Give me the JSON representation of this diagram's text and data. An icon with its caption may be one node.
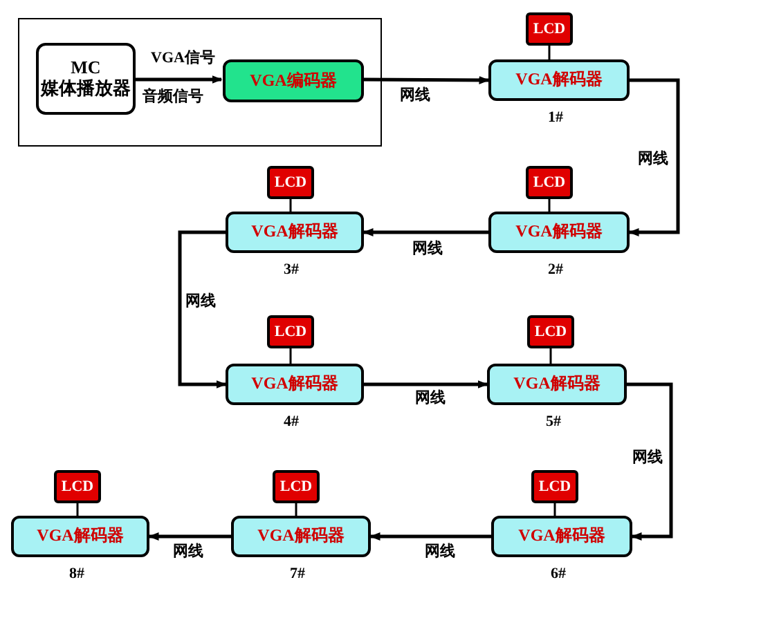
{
  "diagram": {
    "nodes": [
      {
        "text": [],
        "shape": "box"
      },
      {
        "text": [
          "MC",
          "媒体播放器"
        ],
        "in": 0
      },
      {
        "text": [
          "VGA编码器"
        ],
        "in": 0
      },
      {
        "text": [
          "LCD"
        ]
      },
      {
        "text": [
          "VGA解码器"
        ],
        "beside": [
          "1#"
        ]
      },
      {
        "text": [
          "LCD"
        ]
      },
      {
        "text": [
          "VGA解码器"
        ],
        "beside": [
          "2#"
        ]
      },
      {
        "text": [
          "LCD"
        ]
      },
      {
        "text": [
          "VGA解码器"
        ],
        "beside": [
          "3#"
        ]
      },
      {
        "text": [
          "LCD"
        ]
      },
      {
        "text": [
          "VGA解码器"
        ],
        "beside": [
          "4#"
        ]
      },
      {
        "text": [
          "LCD"
        ]
      },
      {
        "text": [
          "VGA解码器"
        ],
        "beside": [
          "5#"
        ]
      },
      {
        "text": [
          "LCD"
        ]
      },
      {
        "text": [
          "VGA解码器"
        ],
        "beside": [
          "6#"
        ]
      },
      {
        "text": [
          "LCD"
        ]
      },
      {
        "text": [
          "VGA解码器"
        ],
        "beside": [
          "7#"
        ]
      },
      {
        "text": [
          "LCD"
        ]
      },
      {
        "text": [
          "VGA解码器"
        ],
        "beside": [
          "8#"
        ]
      }
    ],
    "edges": [
      {
        "from": 1,
        "to": 2,
        "arrow": "to",
        "label": "VGA信号"
      },
      {
        "from": 2,
        "to": 4,
        "arrow": "to",
        "label": "网线"
      },
      {
        "from": 4,
        "to": 6,
        "arrow": "to",
        "label": "网线"
      },
      {
        "from": 6,
        "to": 8,
        "arrow": "to",
        "label": "网线"
      },
      {
        "from": 8,
        "to": 10,
        "arrow": "to",
        "label": "网线"
      },
      {
        "from": 10,
        "to": 12,
        "arrow": "to",
        "label": "网线"
      },
      {
        "from": 12,
        "to": 14,
        "arrow": "to",
        "label": "网线"
      },
      {
        "from": 14,
        "to": 16,
        "arrow": "to",
        "label": "网线"
      },
      {
        "from": 16,
        "to": 18,
        "arrow": "to",
        "label": "网线"
      },
      {
        "from": 3,
        "to": 4,
        "arrow": "none"
      },
      {
        "from": 5,
        "to": 6,
        "arrow": "none"
      },
      {
        "from": 7,
        "to": 8,
        "arrow": "none"
      },
      {
        "from": 9,
        "to": 10,
        "arrow": "none"
      },
      {
        "from": 11,
        "to": 12,
        "arrow": "none"
      },
      {
        "from": 13,
        "to": 14,
        "arrow": "none"
      },
      {
        "from": 15,
        "to": 16,
        "arrow": "none"
      },
      {
        "from": 17,
        "to": 18,
        "arrow": "none"
      }
    ],
    "labels": [
      "音频信号"
    ]
  }
}
